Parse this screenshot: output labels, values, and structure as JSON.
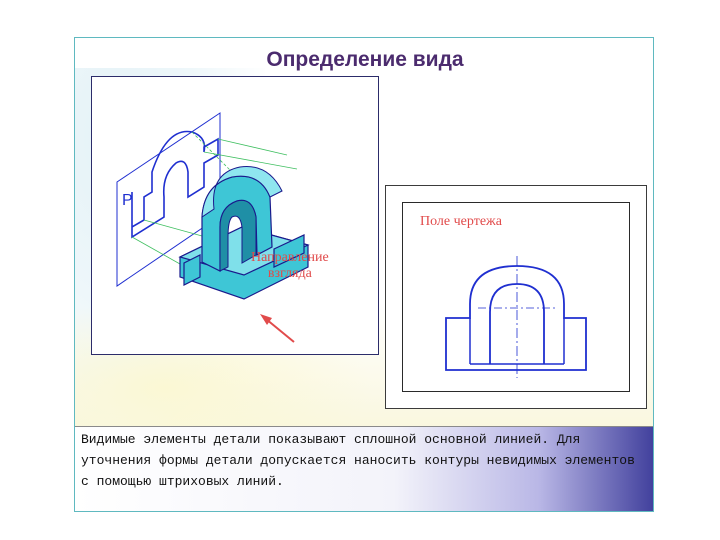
{
  "slide": {
    "title": "Определение вида",
    "iso_view": {
      "plane_label": "P",
      "direction_label_line1": "Направление",
      "direction_label_line2": "взгляда"
    },
    "drawing_field": {
      "label": "Поле чертежа"
    },
    "caption": "Видимые элементы детали показывают сплошной основной линией. Для уточнения формы детали допускается наносить контуры невидимых элементов с помощью штриховых линий."
  },
  "colors": {
    "title": "#4b2b6e",
    "part_fill": "#3ec6d6",
    "part_outline": "#1a1a8c",
    "projection_blue": "#1f2fd0",
    "label_red": "#e14b4b",
    "caption_band_right": "#403f9c"
  }
}
